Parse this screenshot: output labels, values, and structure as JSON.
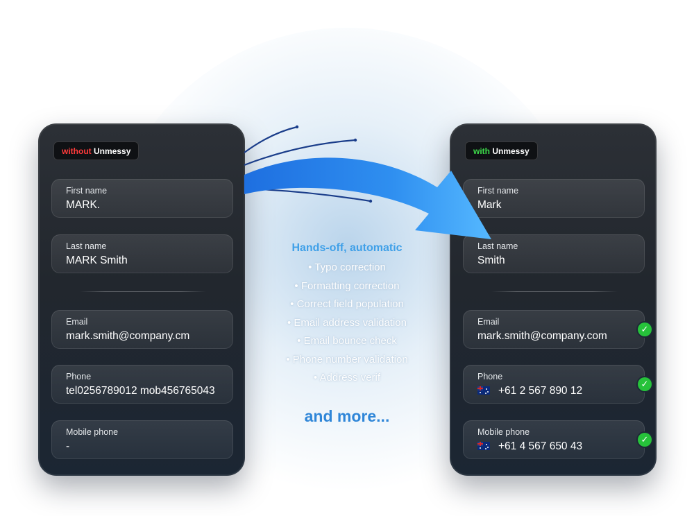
{
  "left_phone": {
    "badge_prefix": "without",
    "badge_brand": "Unmessy",
    "fields": [
      {
        "label": "First name",
        "value": "MARK."
      },
      {
        "label": "Last name",
        "value": "MARK Smith"
      },
      {
        "label": "Email",
        "value": "mark.smith@company.cm"
      },
      {
        "label": "Phone",
        "value": "tel0256789012 mob456765043"
      },
      {
        "label": "Mobile phone",
        "value": "-"
      }
    ]
  },
  "right_phone": {
    "badge_prefix": "with",
    "badge_brand": "Unmessy",
    "fields": [
      {
        "label": "First name",
        "value": "Mark"
      },
      {
        "label": "Last name",
        "value": "Smith"
      },
      {
        "label": "Email",
        "value": "mark.smith@company.com",
        "validated": true
      },
      {
        "label": "Phone",
        "value": "+61 2 567 890 12",
        "flag": "australia-flag-icon",
        "validated": true
      },
      {
        "label": "Mobile phone",
        "value": "+61 4 567 650 43",
        "flag": "australia-flag-icon",
        "validated": true
      }
    ]
  },
  "center": {
    "title": "Hands-off, automatic",
    "features": [
      "Typo correction",
      "Formatting correction",
      "Correct field population",
      "Email address validation",
      "Email bounce check",
      "Phone number validation",
      "Address verif"
    ],
    "more": "and more..."
  },
  "colors": {
    "without": "#ff3b3b",
    "with": "#3ddc4a",
    "accent": "#3fa0e8",
    "more": "#2f86d8",
    "check": "#26c23a"
  },
  "icons": {
    "check": "check-circle-icon",
    "arrow": "curved-arrow-icon"
  }
}
